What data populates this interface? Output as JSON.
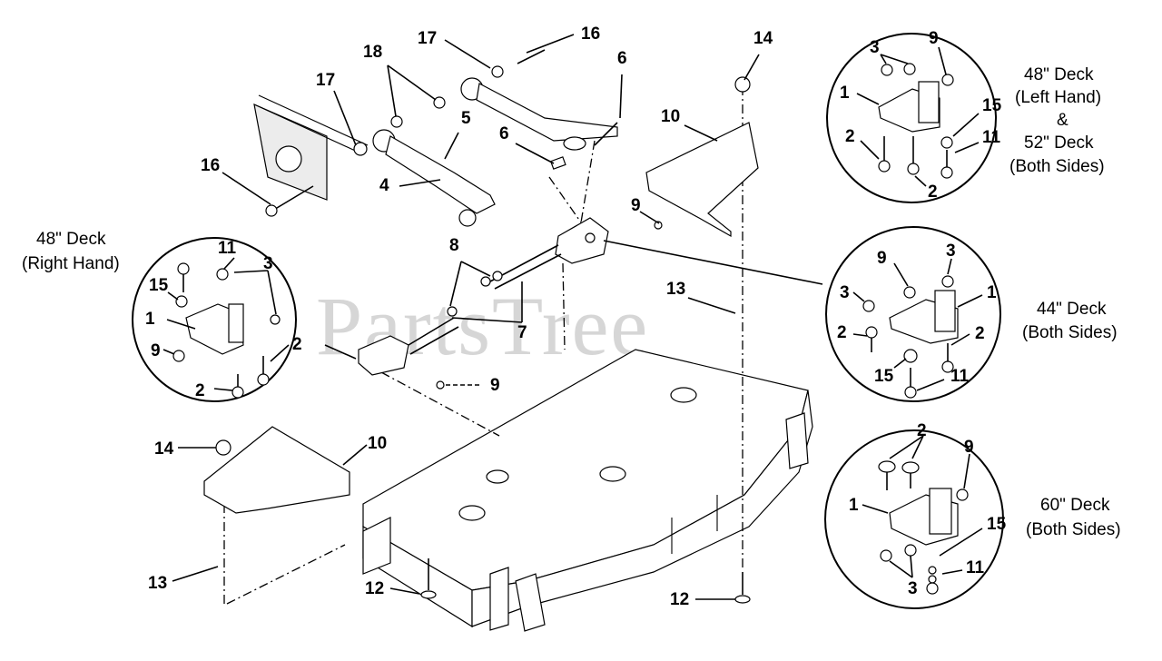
{
  "watermark": "PartsTree",
  "detail_labels": {
    "right_48_line1": "48\" Deck",
    "right_48_line2": "(Right Hand)",
    "left_48_line1": "48\" Deck",
    "left_48_line2": "(Left Hand)",
    "left_48_line3": "&",
    "left_48_line4": "52\" Deck",
    "left_48_line5": "(Both Sides)",
    "deck_44_line1": "44\" Deck",
    "deck_44_line2": "(Both Sides)",
    "deck_60_line1": "60\" Deck",
    "deck_60_line2": "(Both Sides)"
  },
  "callouts": {
    "c1": "1",
    "c2": "2",
    "c3": "3",
    "c4": "4",
    "c5": "5",
    "c6": "6",
    "c7": "7",
    "c8": "8",
    "c9": "9",
    "c10": "10",
    "c11": "11",
    "c12": "12",
    "c13": "13",
    "c14": "14",
    "c15": "15",
    "c16": "16",
    "c17": "17",
    "c18": "18"
  }
}
